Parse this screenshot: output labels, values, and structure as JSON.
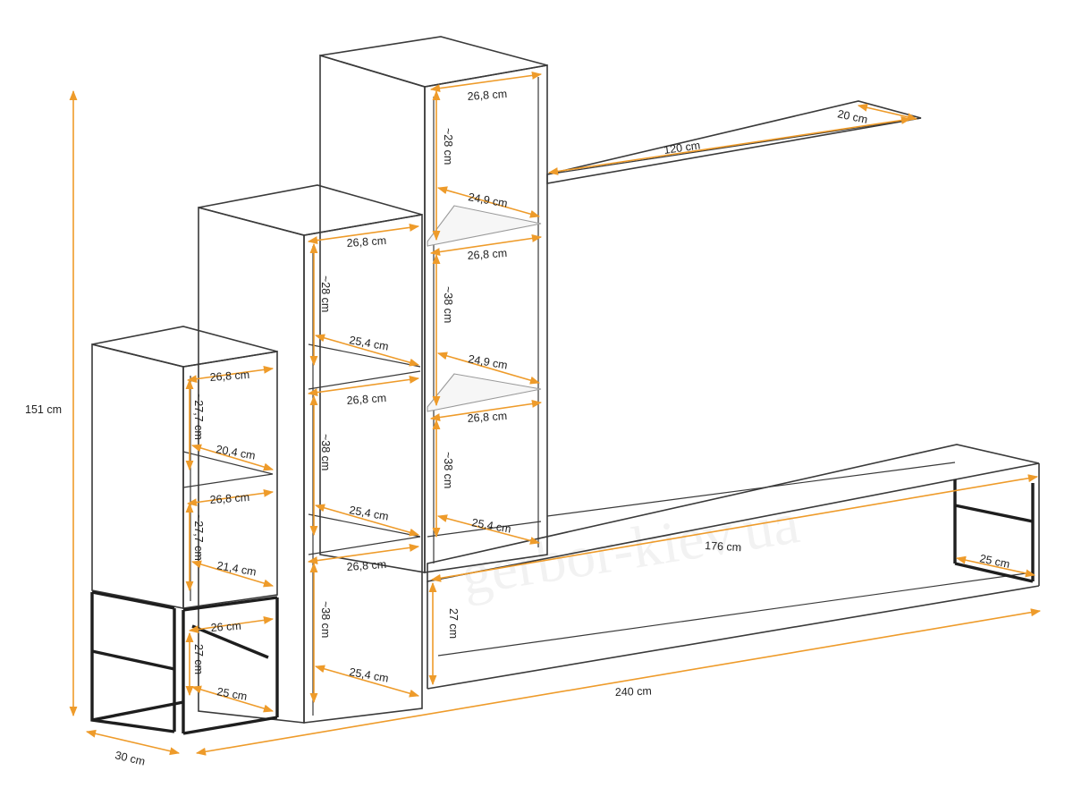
{
  "watermark": "gerbor-kiev.ua",
  "colors": {
    "dimension_line": "#ee9b2a",
    "outline": "#3a3a3a",
    "frame": "#1e1e1e"
  },
  "dimensions": {
    "total_height": "151 cm",
    "depth": "30 cm",
    "total_width": "240 cm",
    "tall_column": {
      "top_width": "26,8 cm",
      "top_height": "~28 cm",
      "glass1_width": "24,9 cm",
      "mid1_width": "26,8 cm",
      "mid1_height": "~38 cm",
      "glass2_width": "24,9 cm",
      "mid2_width": "26,8 cm",
      "mid2_height": "~38 cm",
      "bottom_depth": "25,4 cm"
    },
    "middle_column": {
      "top_width": "26,8 cm",
      "top_height": "~28 cm",
      "shelf1_depth": "25,4 cm",
      "mid_width": "26,8 cm",
      "mid_height": "~38 cm",
      "shelf2_depth": "25,4 cm",
      "low_width": "26,8 cm",
      "low_height": "~38 cm",
      "bottom_depth": "25,4 cm"
    },
    "short_column": {
      "top_width": "26,8 cm",
      "top_height": "~27,7 cm",
      "shelf1_depth": "20,4 cm",
      "mid_width": "26,8 cm",
      "mid_height": "~27,7 cm",
      "shelf2_depth": "21,4 cm",
      "frame_width": "26 cm",
      "frame_height": "27 cm",
      "frame_depth": "25 cm"
    },
    "wall_shelf": {
      "length": "120 cm",
      "depth": "20 cm"
    },
    "tv_unit": {
      "length": "176 cm",
      "depth": "25 cm",
      "height": "27 cm"
    }
  }
}
